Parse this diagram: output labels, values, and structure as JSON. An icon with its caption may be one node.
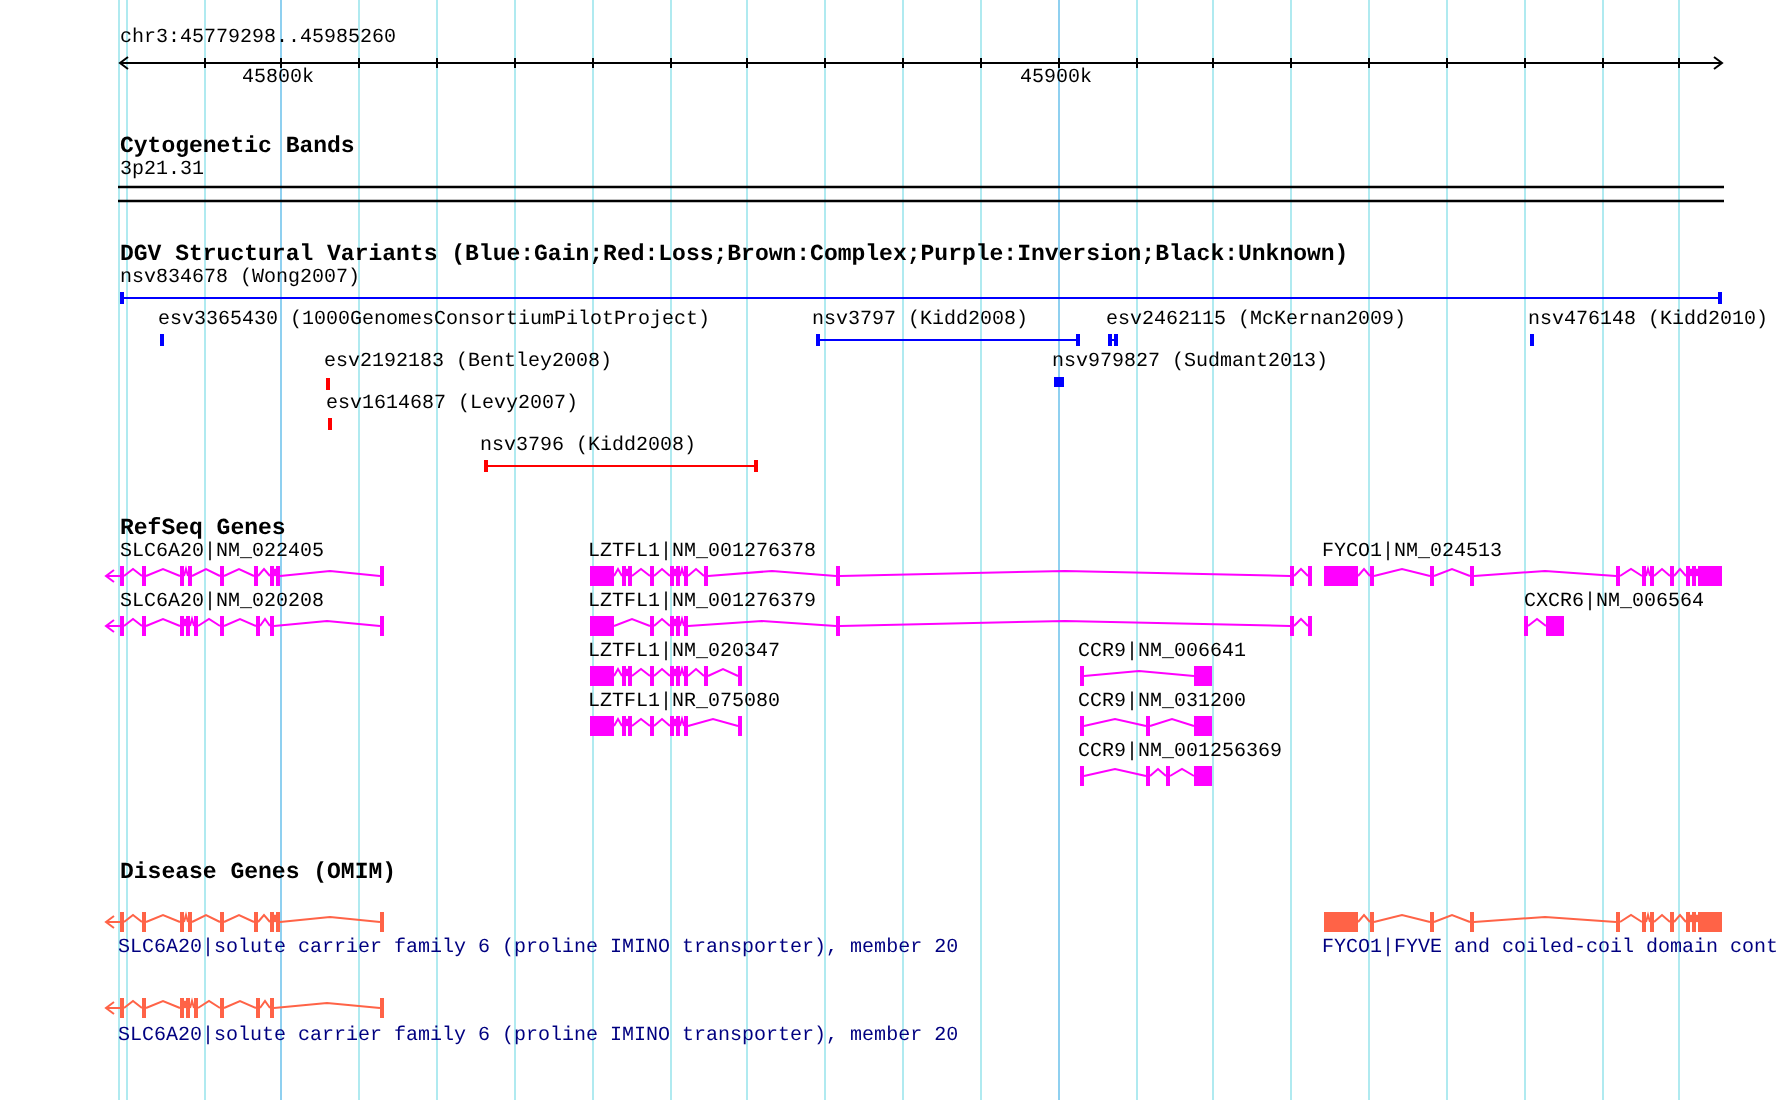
{
  "diagram": {
    "labels": [
      "chr3:45779298..45985260",
      "45800k",
      "45900k",
      "Cytogenetic Bands",
      "3p21.31",
      "DGV Structural Variants (Blue:Gain;Red:Loss;Brown:Complex;Purple:Inversion;Black:Unknown)",
      "nsv834678 (Wong2007)",
      "esv3365430 (1000GenomesConsortiumPilotProject)",
      "nsv3797 (Kidd2008)",
      "esv2462115 (McKernan2009)",
      "nsv476148 (Kidd2010)",
      "esv2192183 (Bentley2008)",
      "nsv979827 (Sudmant2013)",
      "esv1614687 (Levy2007)",
      "nsv3796 (Kidd2008)",
      "RefSeq Genes",
      "SLC6A20|NM_022405",
      "LZTFL1|NM_001276378",
      "FYCO1|NM_024513",
      "SLC6A20|NM_020208",
      "LZTFL1|NM_001276379",
      "CXCR6|NM_006564",
      "LZTFL1|NM_020347",
      "CCR9|NM_006641",
      "LZTFL1|NR_075080",
      "CCR9|NM_031200",
      "CCR9|NM_001256369",
      "Disease Genes (OMIM)",
      "SLC6A20|solute carrier family 6 (proline IMINO transporter), member 20",
      "FYCO1|FYVE and coiled-coil domain cont",
      "SLC6A20|solute carrier family 6 (proline IMINO transporter), member 20"
    ]
  }
}
